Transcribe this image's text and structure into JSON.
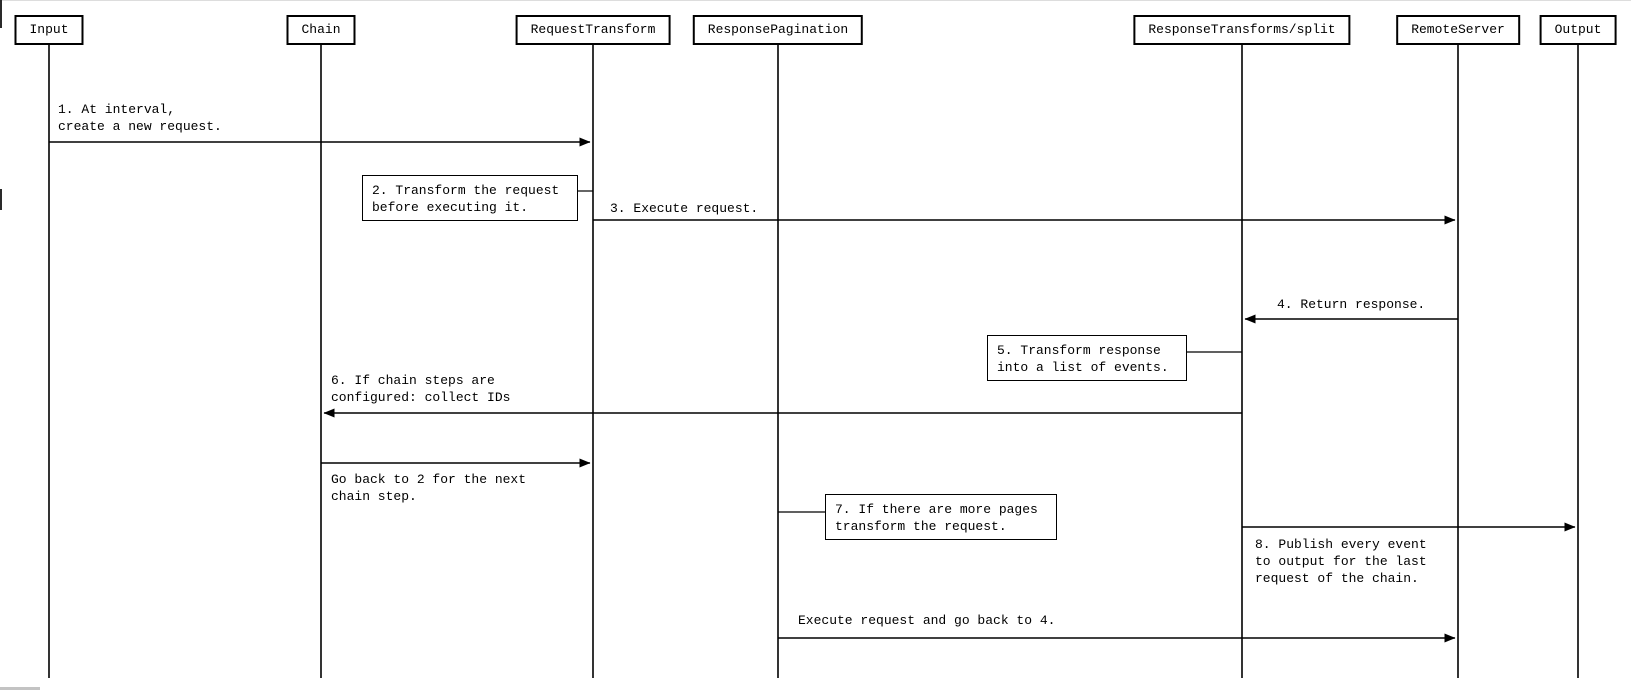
{
  "colors": {
    "background": "#ffffff",
    "line": "#000000",
    "window_edge": "#dddddd",
    "bottom_artifact": "#c3c3c3"
  },
  "diagram": {
    "type": "sequence-diagram",
    "actors": [
      {
        "id": "input",
        "label": "Input"
      },
      {
        "id": "chain",
        "label": "Chain"
      },
      {
        "id": "request-transform",
        "label": "RequestTransform"
      },
      {
        "id": "response-pagination",
        "label": "ResponsePagination"
      },
      {
        "id": "response-transforms-split",
        "label": "ResponseTransforms/split"
      },
      {
        "id": "remote-server",
        "label": "RemoteServer"
      },
      {
        "id": "output",
        "label": "Output"
      }
    ],
    "messages": [
      {
        "from": "input",
        "to": "request-transform",
        "text": "1. At interval,\ncreate a new request."
      },
      {
        "from": "request-transform",
        "to": "remote-server",
        "text": "3. Execute request."
      },
      {
        "from": "remote-server",
        "to": "response-transforms-split",
        "text": "4. Return response."
      },
      {
        "from": "response-transforms-split",
        "to": "chain",
        "text": "6. If chain steps are\nconfigured: collect IDs"
      },
      {
        "from": "chain",
        "to": "request-transform",
        "text": "Go back to 2 for the next\nchain step."
      },
      {
        "from": "response-transforms-split",
        "to": "output",
        "text": "8. Publish every event\nto output for the last\nrequest of the chain."
      },
      {
        "from": "response-pagination",
        "to": "remote-server",
        "text": "Execute request and go back to 4."
      }
    ],
    "notes": [
      {
        "attached_to": "request-transform",
        "text": "2. Transform the request\nbefore executing it."
      },
      {
        "attached_to": "response-transforms-split",
        "text": "5. Transform response\ninto a list of events."
      },
      {
        "attached_to": "response-pagination",
        "text": "7. If there are more pages\ntransform the request."
      }
    ]
  }
}
